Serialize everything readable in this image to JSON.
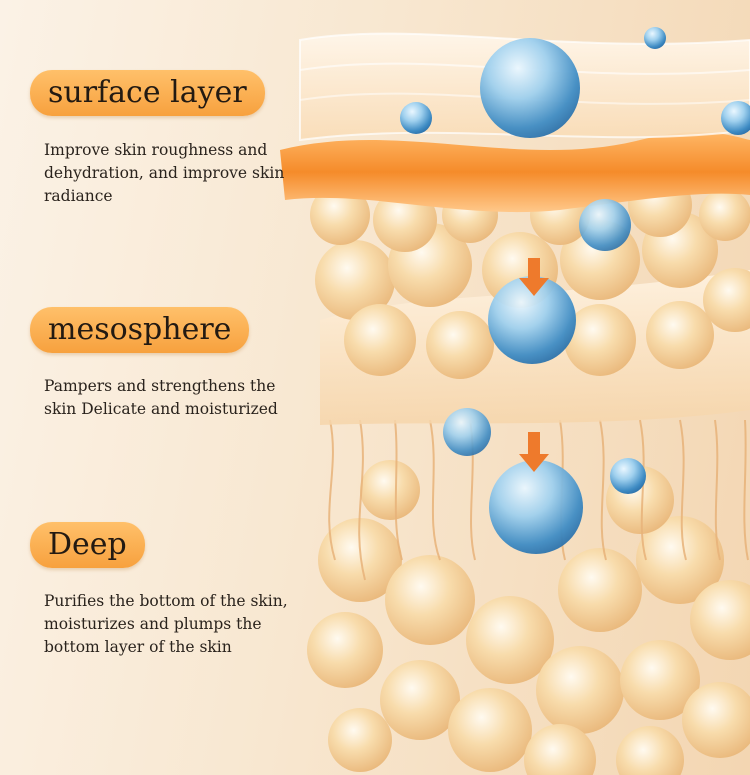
{
  "layers": [
    {
      "name": "surface layer",
      "description": "Improve skin roughness and dehydration, and improve skin radiance"
    },
    {
      "name": "mesosphere",
      "description": "Pampers and strengthens the skin Delicate and moisturized"
    },
    {
      "name": "Deep",
      "description": "Purifies the bottom of the skin, moisturizes and plumps the bottom layer of the skin"
    }
  ],
  "colors": {
    "pill": "#f7a13e",
    "text": "#2a231d",
    "water_drop": "#5ea8d6",
    "skin_cell": "#f2c98f"
  },
  "icons": [
    "water-drop-icon",
    "down-arrow-icon"
  ]
}
